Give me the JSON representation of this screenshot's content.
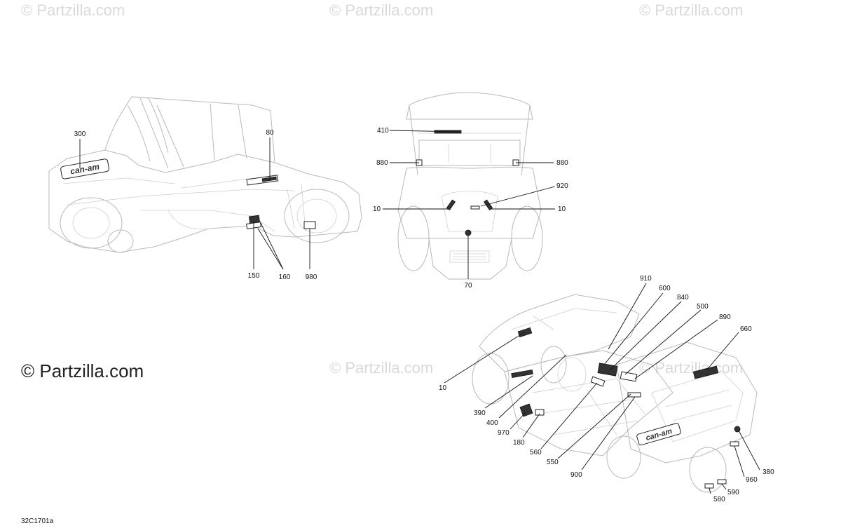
{
  "watermarks": [
    "© Partzilla.com",
    "© Partzilla.com",
    "© Partzilla.com",
    "© Partzilla.com",
    "© Partzilla.com"
  ],
  "brand_watermark": "© Partzilla.com",
  "drawing_code": "32C1701a",
  "decal_brand_text": "can-am",
  "side_view": {
    "callouts": [
      "300",
      "80",
      "150",
      "160",
      "980"
    ]
  },
  "front_view": {
    "callouts": [
      "410",
      "880",
      "880",
      "920",
      "10",
      "10",
      "70"
    ]
  },
  "iso_view": {
    "callouts": [
      "910",
      "600",
      "840",
      "500",
      "890",
      "660",
      "10",
      "390",
      "400",
      "970",
      "180",
      "560",
      "550",
      "900",
      "380",
      "960",
      "590",
      "580"
    ]
  },
  "colors": {
    "line": "#111111",
    "vehicle_outline": "#b9b9b9",
    "watermark": "#d9d9d9"
  }
}
